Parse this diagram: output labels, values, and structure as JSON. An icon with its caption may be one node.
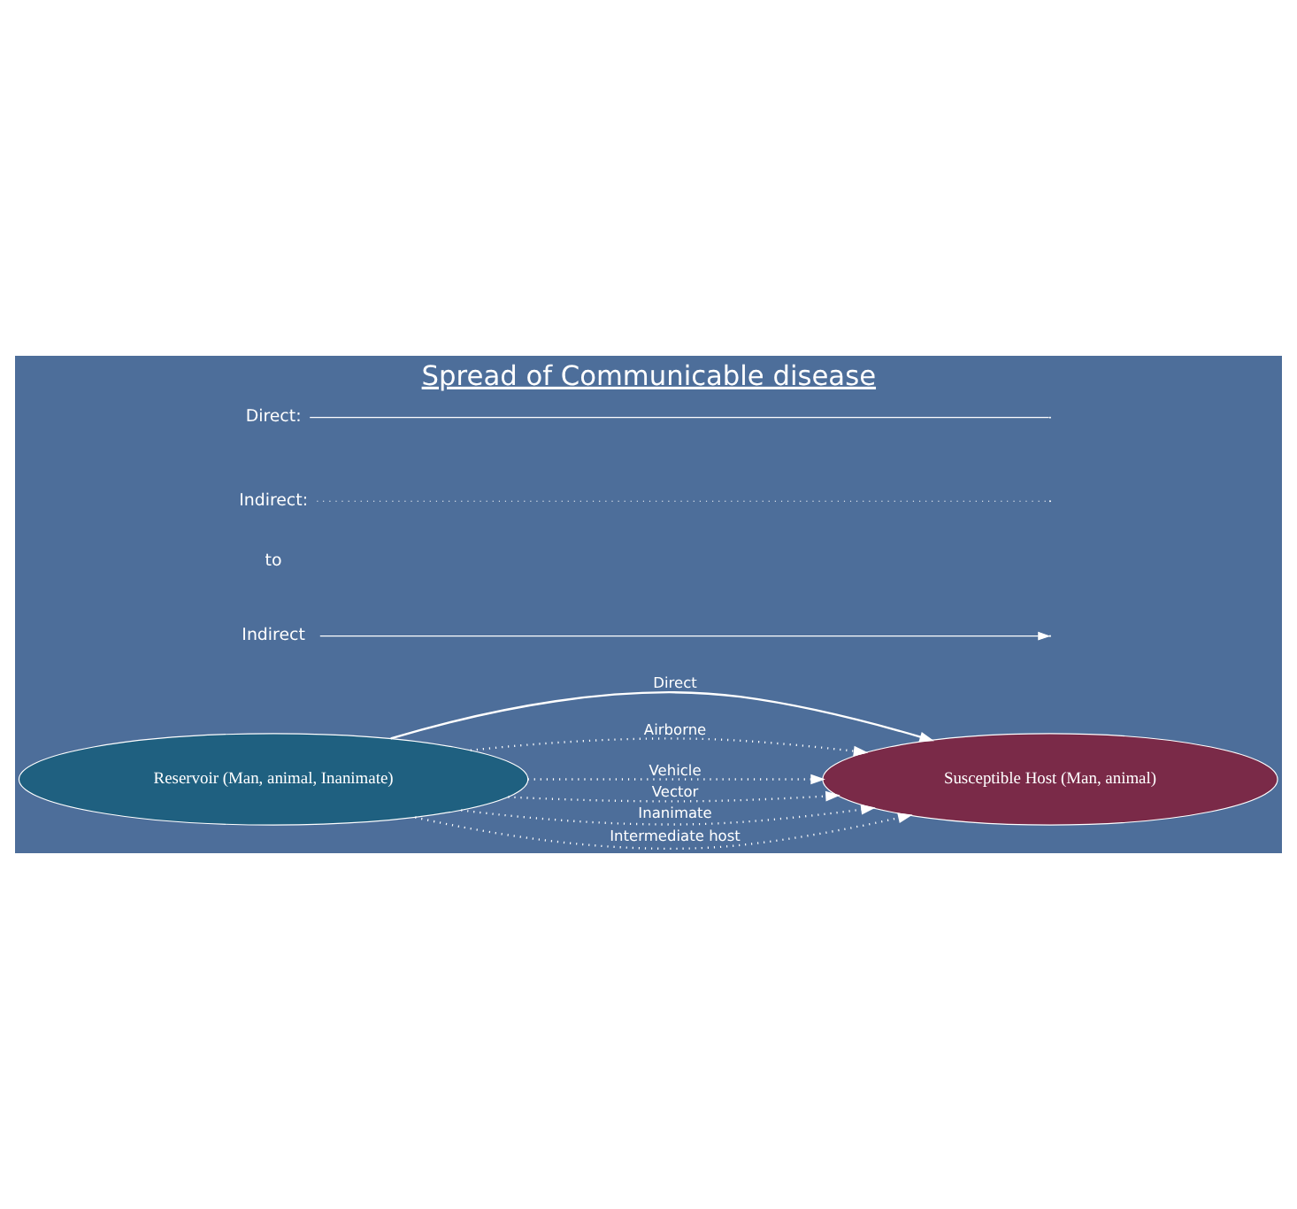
{
  "diagram": {
    "title": "Spread of Communicable disease",
    "nodes": [
      {
        "text": [
          "Reservoir (Man, animal, Inanimate)"
        ]
      },
      {
        "text": [
          "Susceptible Host (Man, animal)"
        ]
      },
      {
        "text": [
          "Indirect"
        ]
      }
    ],
    "edges": [
      {
        "from": 0,
        "to": 1,
        "arrow": "to",
        "label": "Direct"
      },
      {
        "from": 0,
        "to": 1,
        "arrow": "to",
        "label": "Airborne",
        "style": "dashed"
      },
      {
        "from": 0,
        "to": 1,
        "arrow": "to",
        "label": "Vehicle",
        "style": "dashed"
      },
      {
        "from": 0,
        "to": 1,
        "arrow": "to",
        "label": "Vector",
        "style": "dashed"
      },
      {
        "from": 0,
        "to": 1,
        "arrow": "to",
        "label": "Inanimate",
        "style": "dashed"
      },
      {
        "from": 0,
        "to": 1,
        "arrow": "to",
        "label": "Intermediate host",
        "style": "dashed"
      },
      {
        "from": 2,
        "to": null,
        "arrow": "to"
      }
    ],
    "labels": [
      "to"
    ],
    "legend": [
      {
        "text": "Direct:"
      },
      {
        "text": "Indirect:"
      }
    ]
  }
}
